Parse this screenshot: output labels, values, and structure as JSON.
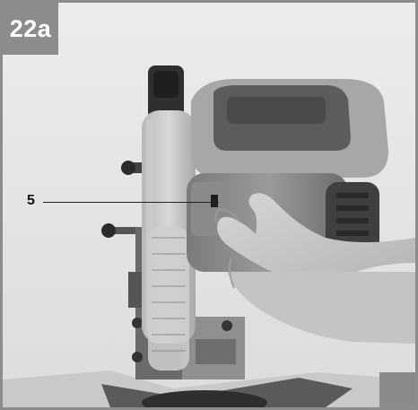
{
  "figure": {
    "label": "22a",
    "callouts": [
      {
        "number": "5"
      }
    ],
    "photo_subject": "miter-saw-side-view-with-hand",
    "colors": {
      "label_background": "#8c8c8c",
      "label_text": "#ffffff",
      "photo_background": "#e9e9e9"
    }
  }
}
